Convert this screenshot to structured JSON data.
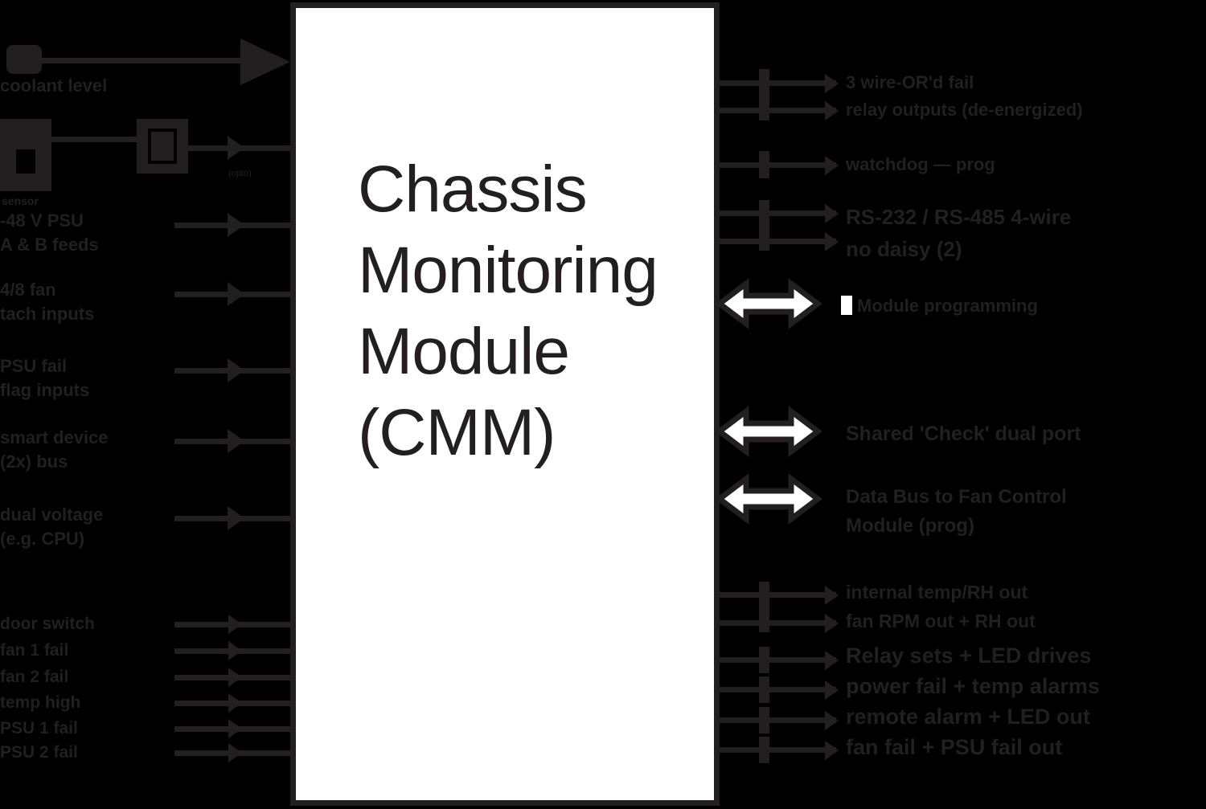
{
  "colors": {
    "background": "#000000",
    "ink": "#231f20",
    "box_fill": "#ffffff",
    "wide_arrow_fill": "#ffffff"
  },
  "box": {
    "title_line1": "Chassis",
    "title_line2": "Monitoring",
    "title_line3": "Module",
    "title_line4": "(CMM)"
  },
  "inputs": [
    {
      "label": "coolant level"
    },
    {
      "label": "sensor",
      "mid": "(opto)"
    },
    {
      "line1": "-48 V PSU",
      "line2": "A & B feeds"
    },
    {
      "line1": "4/8 fan",
      "line2": "tach inputs"
    },
    {
      "line1": "PSU fail",
      "line2": "flag inputs"
    },
    {
      "line1": "smart device",
      "line2": "(2x) bus"
    },
    {
      "line1": "dual voltage",
      "line2": "(e.g. CPU)"
    },
    {
      "label": "door switch"
    },
    {
      "label": "fan 1 fail"
    },
    {
      "label": "fan 2 fail"
    },
    {
      "label": "temp high"
    },
    {
      "label": "PSU 1 fail"
    },
    {
      "label": "PSU 2 fail"
    }
  ],
  "outputs": [
    {
      "line1": "3 wire-OR'd fail",
      "line2": "relay outputs (de-energized)"
    },
    {
      "line1": "watchdog — prog"
    },
    {
      "line1": "RS-232 / RS-485 4-wire",
      "line2": "no daisy (2)"
    },
    {
      "line1": "Module programming"
    },
    {
      "line1": "Shared 'Check' dual port"
    },
    {
      "line1": "Data Bus to Fan Control",
      "line2": "Module (prog)"
    },
    {
      "line1": "internal temp/RH out",
      "line2": "fan RPM out + RH out"
    },
    {
      "line1": "Relay sets + LED drives",
      "line2": "power fail + temp alarms",
      "line3": "remote alarm + LED out",
      "line4": "fan fail + PSU fail out"
    }
  ]
}
